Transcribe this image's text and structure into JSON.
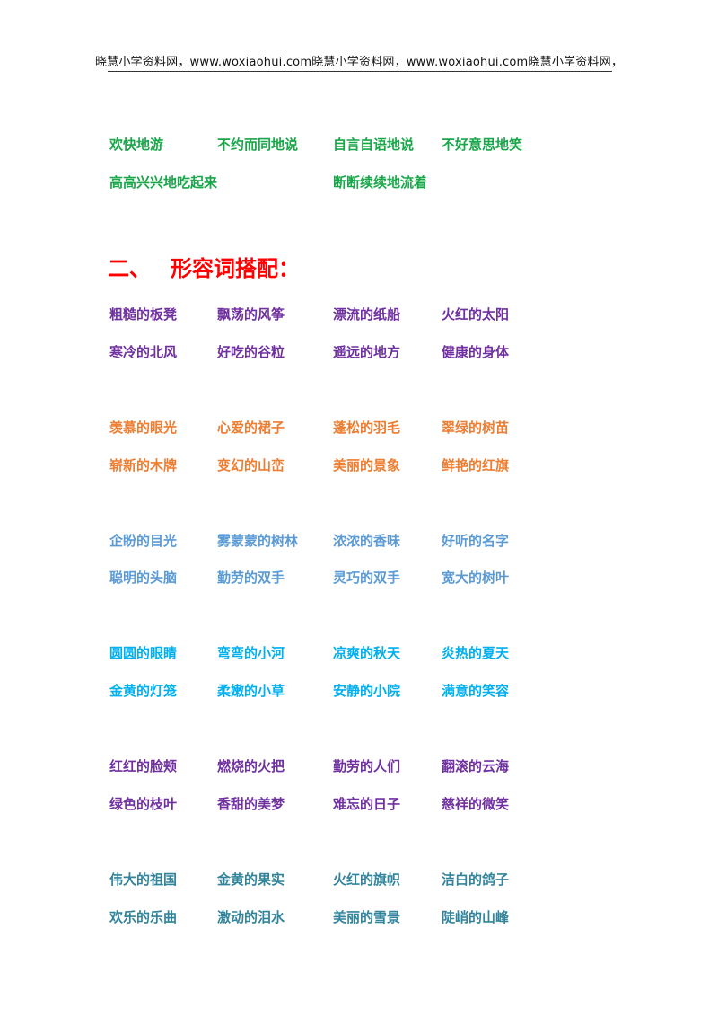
{
  "header": {
    "text": "晓慧小学资料网，www.woxiaohui.com晓慧小学资料网，www.woxiaohui.com晓慧小学资料网，"
  },
  "section_one": {
    "color": "#1aa64a",
    "row1": [
      "欢快地游",
      "不约而同地说",
      "自言自语地说",
      "不好意思地笑"
    ],
    "row2": [
      "高高兴兴地吃起来",
      "断断续续地流着"
    ]
  },
  "section_two": {
    "number": "二、",
    "title": "形容词搭配：",
    "color": "#ff0000"
  },
  "groups": [
    {
      "color": "#7030a0",
      "rows": [
        [
          "粗糙的板凳",
          "飘荡的风筝",
          "漂流的纸船",
          "火红的太阳"
        ],
        [
          "寒冷的北风",
          "好吃的谷粒",
          "遥远的地方",
          "健康的身体"
        ]
      ]
    },
    {
      "color": "#ed7d31",
      "rows": [
        [
          "羡慕的眼光",
          "心爱的裙子",
          "蓬松的羽毛",
          "翠绿的树苗"
        ],
        [
          "崭新的木牌",
          "变幻的山峦",
          "美丽的景象",
          "鲜艳的红旗"
        ]
      ]
    },
    {
      "color": "#5b9bd5",
      "rows": [
        [
          "企盼的目光",
          "雾蒙蒙的树林",
          "浓浓的香味",
          "好听的名字"
        ],
        [
          "聪明的头脑",
          "勤劳的双手",
          "灵巧的双手",
          "宽大的树叶"
        ]
      ]
    },
    {
      "color": "#00b0f0",
      "rows": [
        [
          "圆圆的眼睛",
          "弯弯的小河",
          "凉爽的秋天",
          "炎热的夏天"
        ],
        [
          "金黄的灯笼",
          "柔嫩的小草",
          "安静的小院",
          "满意的笑容"
        ]
      ]
    },
    {
      "color": "#7030a0",
      "rows": [
        [
          "红红的脸颊",
          "燃烧的火把",
          "勤劳的人们",
          "翻滚的云海"
        ],
        [
          "绿色的枝叶",
          "香甜的美梦",
          "难忘的日子",
          "慈祥的微笑"
        ]
      ]
    },
    {
      "color": "#31849b",
      "rows": [
        [
          "伟大的祖国",
          "金黄的果实",
          "火红的旗帜",
          "洁白的鸽子"
        ],
        [
          "欢乐的乐曲",
          "激动的泪水",
          "美丽的雪景",
          "陡峭的山峰"
        ]
      ]
    }
  ]
}
